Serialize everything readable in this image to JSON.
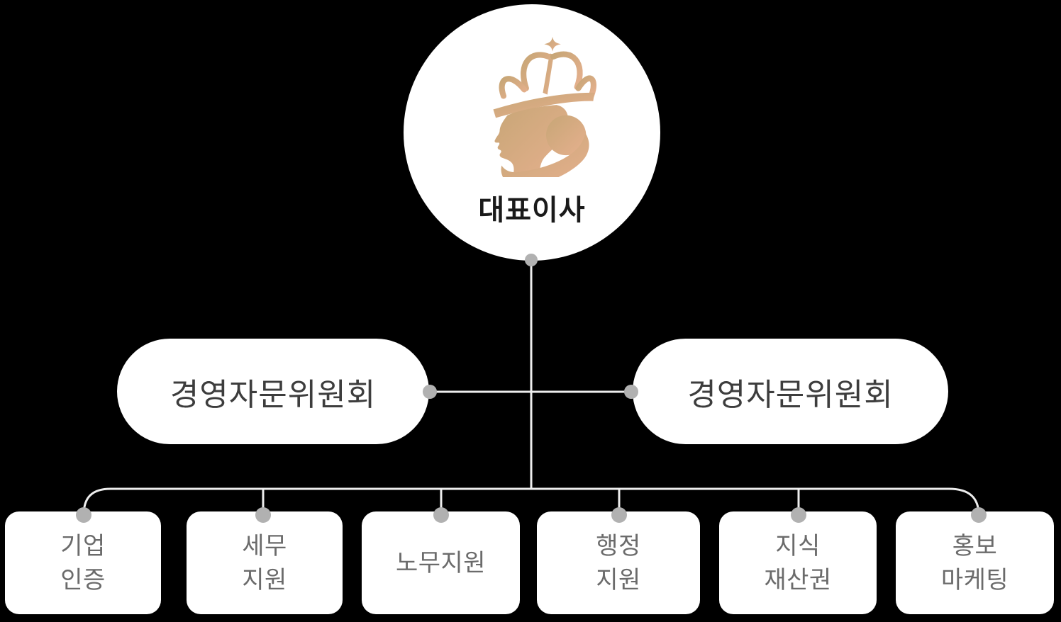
{
  "org_chart": {
    "root": {
      "label": "대표이사",
      "logo": "queen-crown-logo"
    },
    "committees": [
      {
        "label": "경영자문위원회",
        "side": "left"
      },
      {
        "label": "경영자문위원회",
        "side": "right"
      }
    ],
    "departments": [
      {
        "lines": [
          "기업",
          "인증"
        ]
      },
      {
        "lines": [
          "세무",
          "지원"
        ]
      },
      {
        "lines": [
          "노무지원"
        ]
      },
      {
        "lines": [
          "행정",
          "지원"
        ]
      },
      {
        "lines": [
          "지식",
          "재산권"
        ]
      },
      {
        "lines": [
          "홍보",
          "마케팅"
        ]
      }
    ],
    "colors": {
      "background": "#000000",
      "node_fill": "#ffffff",
      "connector_line": "#ededed",
      "connector_dot": "#b1b1b1",
      "root_text": "#1a1a1a",
      "committee_text": "#3d3d3d",
      "department_text": "#6b6b6b",
      "logo_gold_start": "#c7a676",
      "logo_gold_end": "#e6b08e"
    }
  }
}
